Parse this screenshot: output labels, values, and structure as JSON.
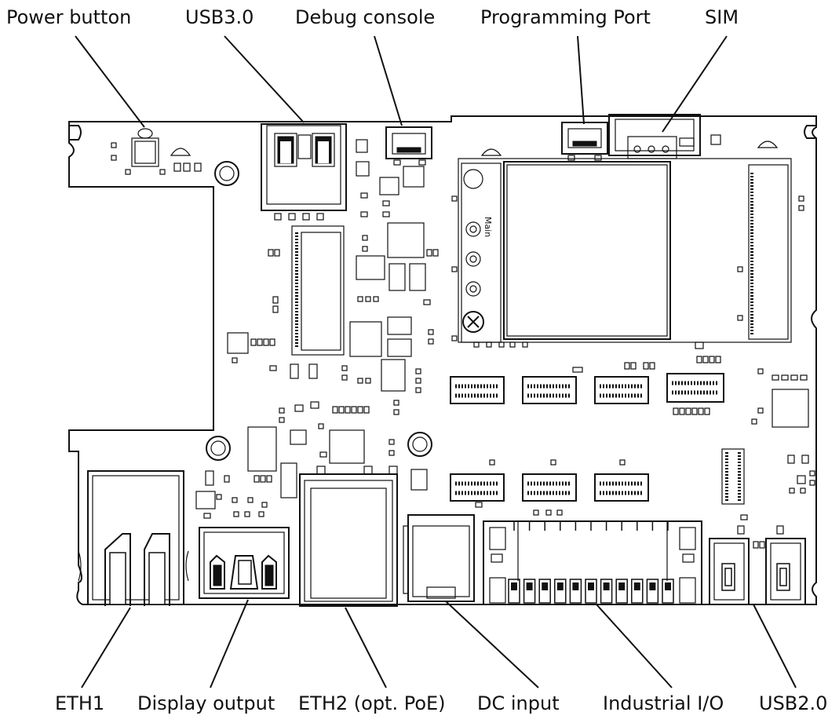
{
  "labels": {
    "top": {
      "power_button": "Power button",
      "usb3": "USB3.0",
      "debug_console": "Debug console",
      "programming_port": "Programming Port",
      "sim": "SIM"
    },
    "bottom": {
      "eth1": "ETH1",
      "display_output": "Display output",
      "eth2": "ETH2 (opt. PoE)",
      "dc_input": "DC input",
      "industrial_io": "Industrial I/O",
      "usb2": "USB2.0"
    }
  },
  "board": {
    "silkscreen": {
      "main": "Main"
    }
  }
}
